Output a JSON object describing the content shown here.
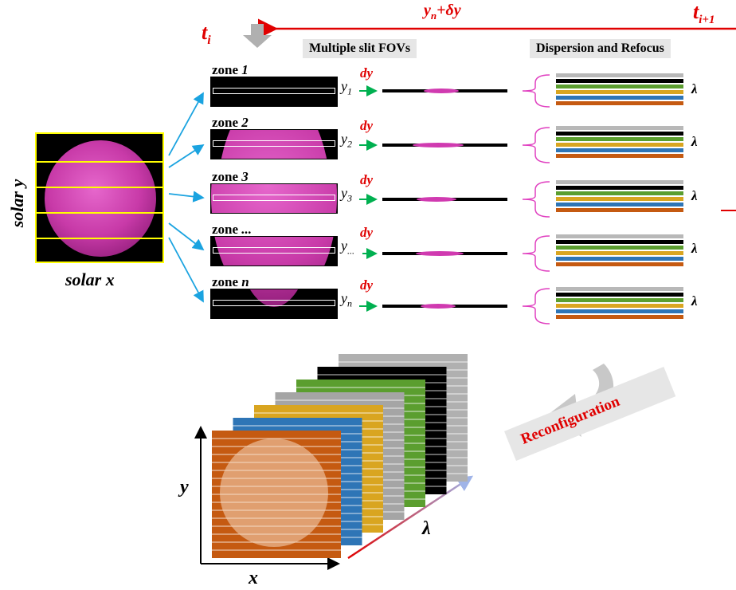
{
  "top": {
    "ti_label": "t",
    "ti_sub": "i",
    "tip1_label": "t",
    "tip1_sub": "i+1",
    "feedback_label_main": "y",
    "feedback_label_sub": "n",
    "feedback_label_rest": "+δy"
  },
  "headers": {
    "slit_fovs": "Multiple slit FOVs",
    "dispersion": "Dispersion and Refocus"
  },
  "axis": {
    "solar_y": "solar y",
    "solar_x": "solar x"
  },
  "zones": [
    {
      "word": "zone",
      "id": "1",
      "y_main": "y",
      "y_sub": "1",
      "dy": "dy",
      "lambda": "λ"
    },
    {
      "word": "zone",
      "id": "2",
      "y_main": "y",
      "y_sub": "2",
      "dy": "dy",
      "lambda": "λ"
    },
    {
      "word": "zone",
      "id": "3",
      "y_main": "y",
      "y_sub": "3",
      "dy": "dy",
      "lambda": "λ"
    },
    {
      "word": "zone",
      "id": "...",
      "y_main": "y",
      "y_sub": "...",
      "dy": "dy",
      "lambda": "λ"
    },
    {
      "word": "zone",
      "id": "n",
      "y_main": "y",
      "y_sub": "n",
      "dy": "dy",
      "lambda": "λ"
    }
  ],
  "cube": {
    "x_label": "x",
    "y_label": "y",
    "lambda_label": "λ",
    "reconfig_label": "Reconfiguration",
    "layer_colors": [
      "#c55a11",
      "#2e75b6",
      "#d9a520",
      "#a5a5a5",
      "#5b9e2f",
      "#000000",
      "#b0b0b0"
    ]
  },
  "colors": {
    "accent_red": "#e00000",
    "arrow_blue": "#1aa3e0",
    "arrow_green": "#00b050",
    "brace_pink": "#e040c0",
    "sun_magenta": "#d03ab0",
    "zone_yellow": "#ffff00"
  }
}
